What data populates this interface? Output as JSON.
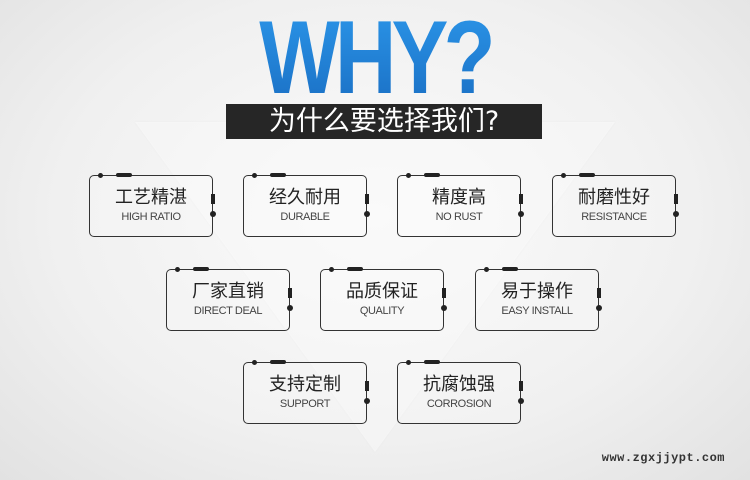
{
  "header": {
    "title": "WHY?",
    "subtitle": "为什么要选择我们?",
    "title_color": "#1f7fd4",
    "banner_color": "#262626"
  },
  "features": [
    {
      "cn": "工艺精湛",
      "en": "HIGH RATIO"
    },
    {
      "cn": "经久耐用",
      "en": "DURABLE"
    },
    {
      "cn": "精度高",
      "en": "NO RUST"
    },
    {
      "cn": "耐磨性好",
      "en": "RESISTANCE"
    },
    {
      "cn": "厂家直销",
      "en": "DIRECT DEAL"
    },
    {
      "cn": "品质保证",
      "en": "QUALITY"
    },
    {
      "cn": "易于操作",
      "en": "EASY INSTALL"
    },
    {
      "cn": "支持定制",
      "en": "SUPPORT"
    },
    {
      "cn": "抗腐蚀强",
      "en": "CORROSION"
    }
  ],
  "footer": {
    "website": "www.zgxjjypt.com"
  }
}
